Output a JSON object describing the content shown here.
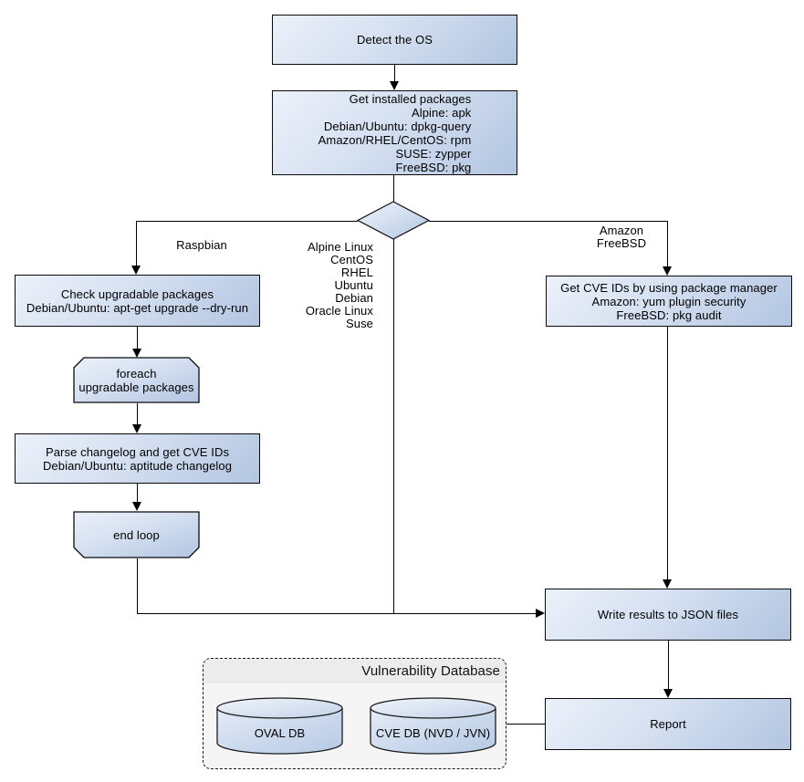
{
  "nodes": {
    "detect_os": {
      "label": "Detect the OS"
    },
    "get_installed": {
      "label": "Get installed packages\nAlpine: apk\nDebian/Ubuntu: dpkg-query\nAmazon/RHEL/CentOS: rpm\nSUSE: zypper\nFreeBSD: pkg"
    },
    "check_upgradable": {
      "label": "Check upgradable packages\nDebian/Ubuntu: apt-get upgrade --dry-run"
    },
    "foreach_loop": {
      "label": "foreach\nupgradable  packages"
    },
    "parse_changelog": {
      "label": "Parse changelog and get  CVE IDs\nDebian/Ubuntu: aptitude changelog"
    },
    "end_loop": {
      "label": "end loop"
    },
    "get_cve_ids": {
      "label": "Get CVE IDs by using package manager\nAmazon: yum plugin security\nFreeBSD: pkg audit"
    },
    "write_results": {
      "label": "Write results to JSON files"
    },
    "report": {
      "label": "Report"
    }
  },
  "edge_labels": {
    "raspbian_branch": "Raspbian",
    "oval_branch": "Alpine Linux\nCentOS\nRHEL\nUbuntu\nDebian\nOracle Linux\nSuse",
    "amazon_branch": "Amazon\nFreeBSD"
  },
  "database_group": {
    "title": "Vulnerability Database",
    "cylinders": [
      {
        "label": "OVAL DB"
      },
      {
        "label": "CVE DB (NVD / JVN)"
      }
    ]
  },
  "colors": {
    "node_fill_light": "#ecf1fa",
    "node_fill_dark": "#b2c5e1",
    "node_border": "#0a0a0a",
    "group_fill": "#f5f5f5",
    "group_title_band": "#ececec",
    "line": "#000000",
    "background": "#ffffff"
  }
}
